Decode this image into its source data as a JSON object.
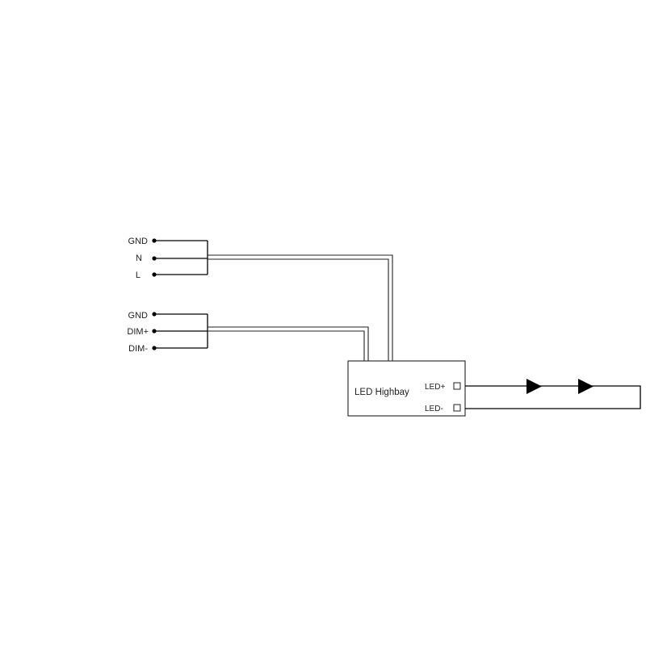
{
  "mains_terminals": [
    "GND",
    "N",
    "L"
  ],
  "dim_terminals": [
    "GND",
    "DIM+",
    "DIM-"
  ],
  "driver": {
    "name": "LED Highbay",
    "output_plus": "LED+",
    "output_minus": "LED-"
  },
  "led_count": 2,
  "colors": {
    "line": "#000000",
    "text": "#222222",
    "background": "#ffffff"
  }
}
